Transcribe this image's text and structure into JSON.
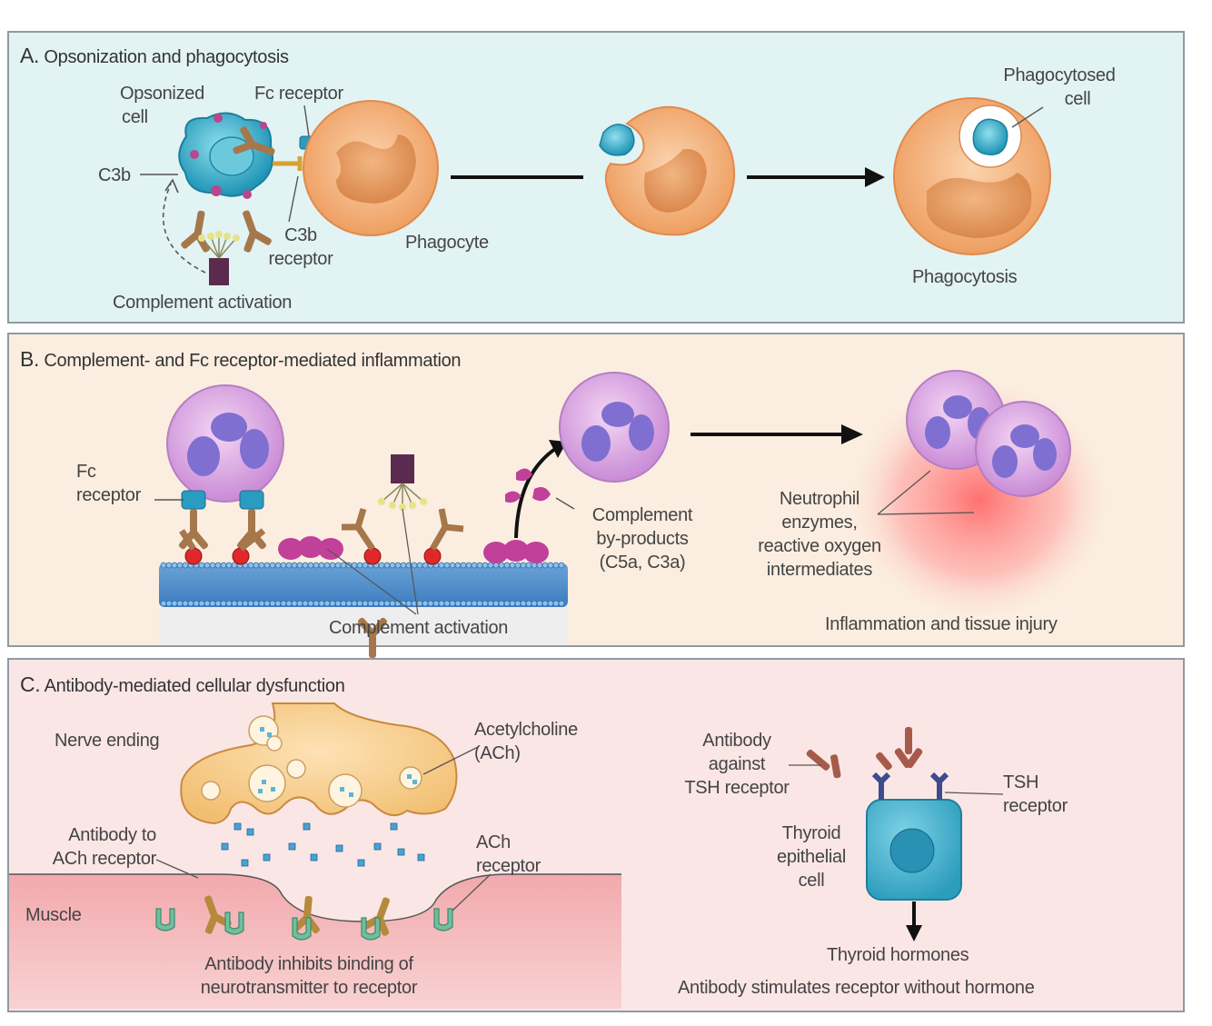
{
  "panelA": {
    "letter": "A.",
    "title": "Opsonization and phagocytosis",
    "opsonized_cell_l1": "Opsonized",
    "opsonized_cell_l2": "cell",
    "fc_receptor": "Fc receptor",
    "c3b": "C3b",
    "c3b_receptor_l1": "C3b",
    "c3b_receptor_l2": "receptor",
    "phagocyte": "Phagocyte",
    "complement_activation": "Complement activation",
    "phagocytosed_cell_l1": "Phagocytosed",
    "phagocytosed_cell_l2": "cell",
    "phagocytosis": "Phagocytosis"
  },
  "panelB": {
    "letter": "B.",
    "title": "Complement- and Fc receptor-mediated inflammation",
    "fc_receptor_l1": "Fc",
    "fc_receptor_l2": "receptor",
    "complement_byproducts_l1": "Complement",
    "complement_byproducts_l2": "by-products",
    "complement_byproducts_l3": "(C5a, C3a)",
    "complement_activation": "Complement activation",
    "neutrophil_l1": "Neutrophil",
    "neutrophil_l2": "enzymes,",
    "neutrophil_l3": "reactive oxygen",
    "neutrophil_l4": "intermediates",
    "inflammation": "Inflammation and tissue injury"
  },
  "panelC": {
    "letter": "C.",
    "title": "Antibody-mediated cellular dysfunction",
    "nerve_ending": "Nerve ending",
    "ach_l1": "Acetylcholine",
    "ach_l2": "(ACh)",
    "antibody_ach_l1": "Antibody to",
    "antibody_ach_l2": "ACh receptor",
    "ach_receptor_l1": "ACh",
    "ach_receptor_l2": "receptor",
    "muscle": "Muscle",
    "inhibits_l1": "Antibody inhibits binding of",
    "inhibits_l2": "neurotransmitter to receptor",
    "antibody_tsh_l1": "Antibody",
    "antibody_tsh_l2": "against",
    "antibody_tsh_l3": "TSH receptor",
    "tsh_receptor_l1": "TSH",
    "tsh_receptor_l2": "receptor",
    "thyroid_cell_l1": "Thyroid",
    "thyroid_cell_l2": "epithelial",
    "thyroid_cell_l3": "cell",
    "thyroid_hormones": "Thyroid hormones",
    "stimulates": "Antibody stimulates receptor without hormone"
  },
  "colors": {
    "panelA_bg": "#e2f3f3",
    "panelB_bg": "#fbeee0",
    "panelC_bg": "#fbe6e6",
    "phagocyte": "#f4b47c",
    "opsonized_cell": "#3fb0c8",
    "antibody": "#a07850",
    "complement": "#c0509a",
    "neutrophil": "#d9a3e0",
    "receptor": "#7ac0a8"
  }
}
